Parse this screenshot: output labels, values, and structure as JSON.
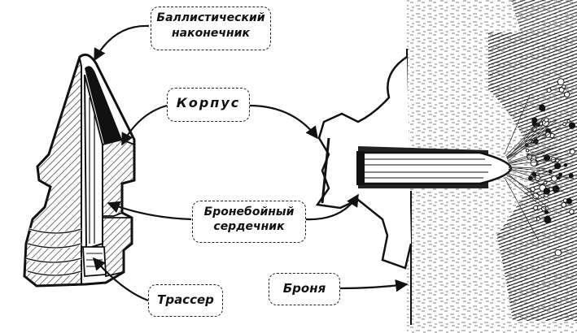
{
  "labels": {
    "ballistic_tip": [
      "Баллистический",
      "наконечник"
    ],
    "body": "Корпус",
    "ap_core": [
      "Бронебойный",
      "сердечник"
    ],
    "tracer": "Трассер",
    "armor": "Броня"
  },
  "colors": {
    "ink": "#111111",
    "paper": "#ffffff",
    "hatch": "#3a3a3a"
  }
}
